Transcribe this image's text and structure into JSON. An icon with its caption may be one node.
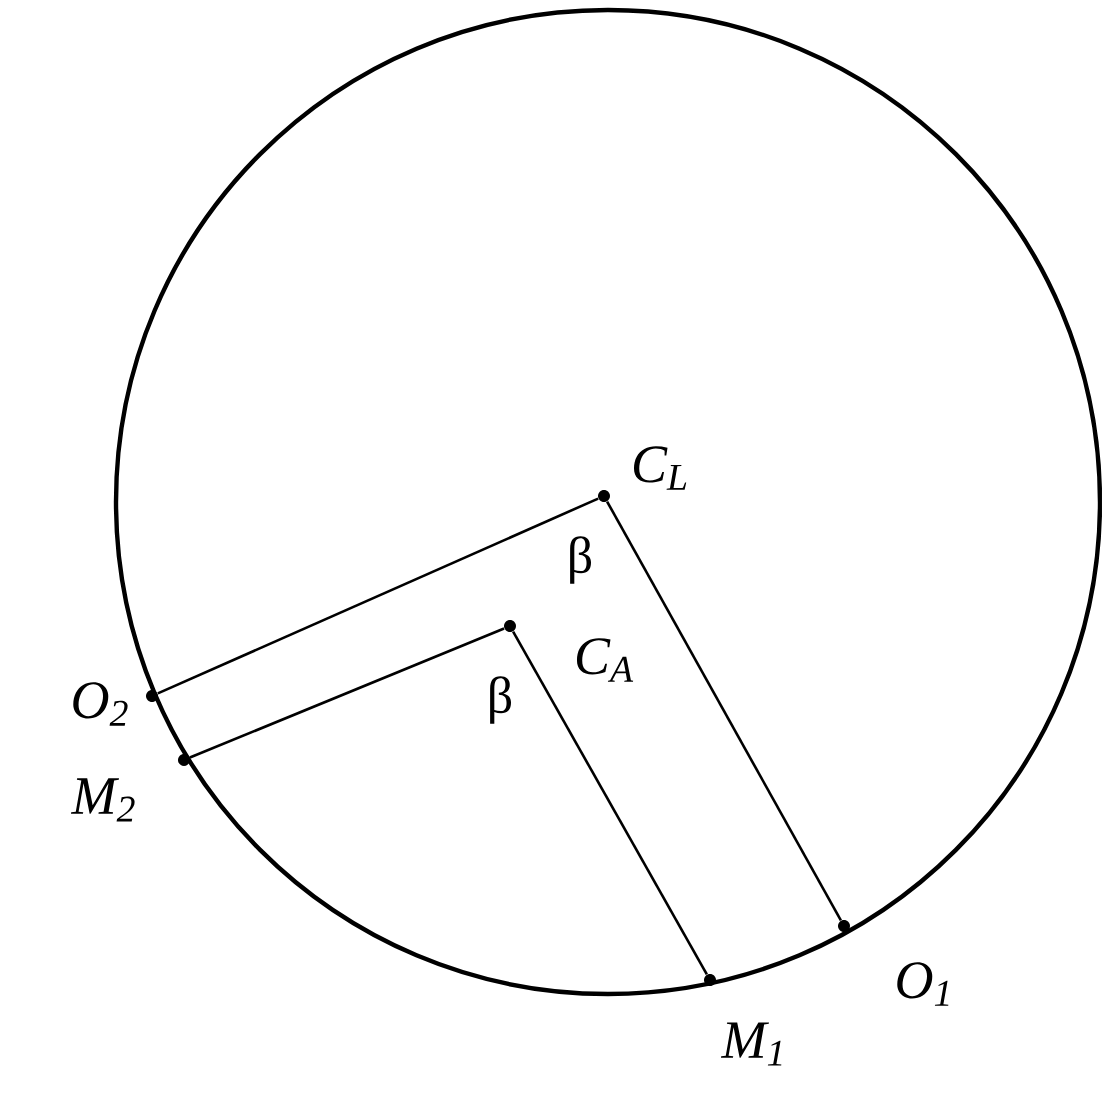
{
  "diagram": {
    "nodes": [
      {
        "text": [],
        "shape": "circle",
        "beside": [
          "C$_{L}$"
        ]
      },
      {
        "text": [],
        "shape": "circle",
        "beside": [
          "C$_{A}$"
        ]
      },
      {
        "text": [],
        "shape": "circle",
        "beside": [
          "O$_{2}$"
        ]
      },
      {
        "text": [],
        "shape": "circle",
        "beside": [
          "M$_{2}$"
        ]
      },
      {
        "text": [],
        "shape": "circle",
        "beside": [
          "M$_{1}$"
        ]
      },
      {
        "text": [],
        "shape": "circle",
        "beside": [
          "O$_{1}$"
        ]
      }
    ],
    "edges": [
      {
        "from": 0,
        "to": 2,
        "arrow": "none"
      },
      {
        "from": 0,
        "to": 5,
        "arrow": "none"
      },
      {
        "from": 1,
        "to": 3,
        "arrow": "none"
      },
      {
        "from": 1,
        "to": 4,
        "arrow": "none"
      }
    ],
    "labels": [
      "β",
      "β"
    ]
  }
}
